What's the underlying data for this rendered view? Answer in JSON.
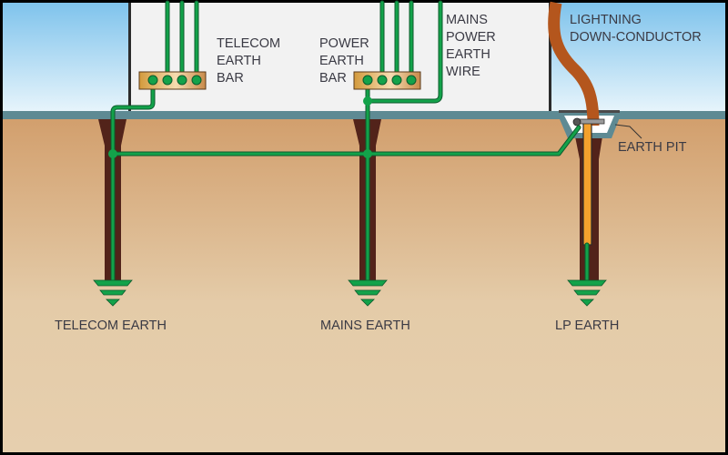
{
  "diagram": {
    "title": "Earthing arrangement: telecom, mains and lightning protection earths bonded together",
    "colors": {
      "sky_top": "#7fc3ec",
      "sky_bottom": "#e6f4fb",
      "ground_top": "#d29f6d",
      "ground_bottom": "#e6cfae",
      "ground_strip": "#5e8a93",
      "building": "#f2f2f2",
      "earth_hole": "#52231a",
      "wire_green": "#13a24a",
      "wire_dark": "#0c5a2c",
      "bar_copper": "#d9a24a",
      "down_conductor": "#b4561d",
      "rod_orange": "#f4a12d",
      "label": "#3a3a44"
    },
    "labels": {
      "telecom_earth_bar": [
        "TELECOM",
        "EARTH",
        "BAR"
      ],
      "power_earth_bar": [
        "POWER",
        "EARTH",
        "BAR"
      ],
      "mains_power_earth_wire": [
        "MAINS",
        "POWER",
        "EARTH",
        "WIRE"
      ],
      "lightning_down_conductor": [
        "LIGHTNING",
        "DOWN-CONDUCTOR"
      ],
      "earth_pit": "EARTH PIT",
      "telecom_earth": "TELECOM EARTH",
      "mains_earth": "MAINS EARTH",
      "lp_earth": "LP EARTH"
    }
  }
}
